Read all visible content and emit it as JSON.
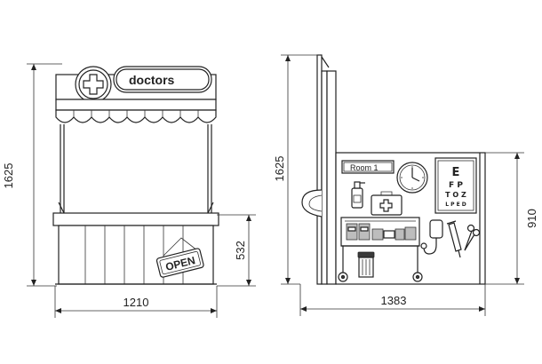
{
  "front_view": {
    "sign_text": "doctors",
    "open_sign_text": "OPEN",
    "width_dim": "1210",
    "height_dim": "1625",
    "counter_height_dim": "532"
  },
  "side_view": {
    "room_sign_text": "Room 1",
    "eye_chart_rows": [
      "E",
      "F P",
      "T O Z",
      "L P E D"
    ],
    "height_dim": "1625",
    "panel_height_dim": "910",
    "width_dim": "1383"
  }
}
